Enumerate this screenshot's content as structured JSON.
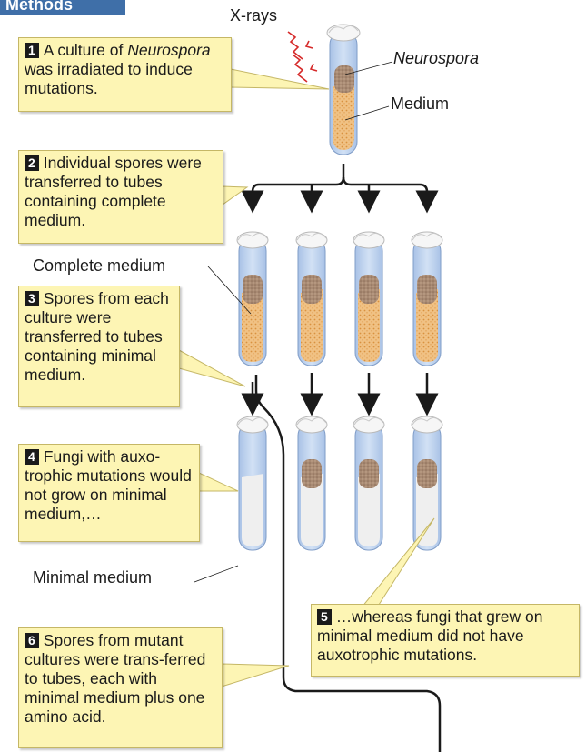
{
  "header": {
    "label": "Methods"
  },
  "labels": {
    "xrays": "X-rays",
    "organism": "Neurospora",
    "medium": "Medium",
    "complete_medium": "Complete medium",
    "minimal_medium": "Minimal medium"
  },
  "steps": [
    {
      "num": "1",
      "lines": [
        "A culture of ",
        "Neurospora",
        " was irradiated to induce mutations."
      ]
    },
    {
      "num": "2",
      "text": "Individual spores were transferred to tubes containing complete medium."
    },
    {
      "num": "3",
      "text": "Spores from each culture were transferred to tubes containing minimal medium."
    },
    {
      "num": "4",
      "text": "Fungi with auxo-trophic mutations would not grow on minimal medium,…"
    },
    {
      "num": "5",
      "text": "…whereas fungi that grew on minimal medium did not have auxotrophic mutations."
    },
    {
      "num": "6",
      "text": "Spores from mutant cultures were trans-ferred to tubes, each with minimal medium plus one amino acid."
    }
  ],
  "colors": {
    "callout_fill": "#fdf5b4",
    "header_fill": "#3f6fa8",
    "tube_glass": "#bcd1ee",
    "complete_medium": "#f0c184",
    "minimal_medium": "#efefef",
    "fungus": "#a88a73",
    "xray": "#d62a2a"
  }
}
